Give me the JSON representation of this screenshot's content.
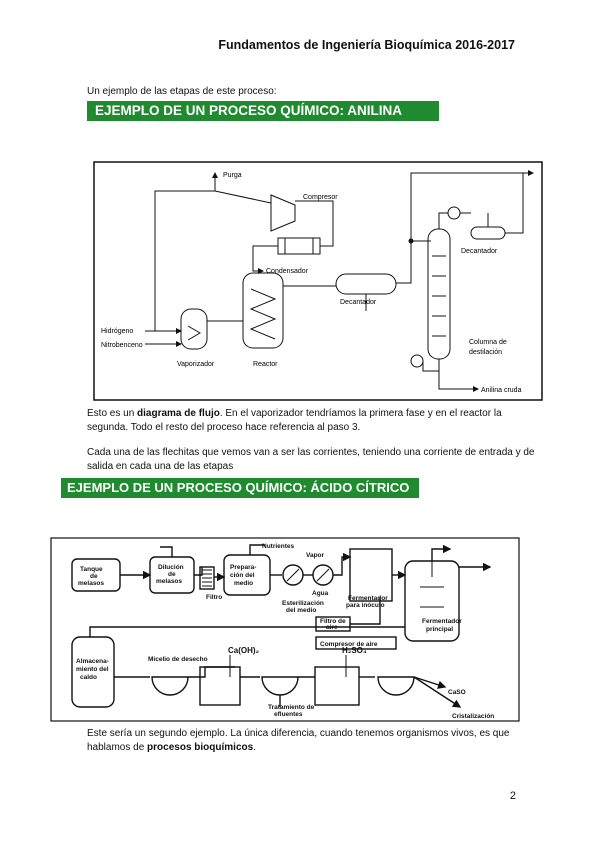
{
  "header": {
    "title": "Fundamentos de Ingeniería Bioquímica 2016-2017"
  },
  "intro": {
    "text": "Un ejemplo de las etapas de este proceso:"
  },
  "section1": {
    "banner": "EJEMPLO DE UN PROCESO QUÍMICO: ANILINA"
  },
  "diagram1": {
    "labels": {
      "purga": "Purga",
      "compresor": "Compresor",
      "condensador": "Condensador",
      "decantador_left": "Decantador",
      "decantador_right": "Decantador",
      "hidrogeno": "Hidrógeno",
      "nitrobenceno": "Nitrobenceno",
      "vaporizador": "Vaporizador",
      "reactor": "Reactor",
      "columna_1": "Columna de",
      "columna_2": "destilación",
      "anilina_cruda": "Anilina cruda"
    }
  },
  "para1": {
    "before": "Esto es un ",
    "bold": "diagrama de flujo",
    "after": ". En el vaporizador tendríamos la primera fase y en el reactor la segunda. Todo el resto del proceso hace referencia al paso 3."
  },
  "para2": {
    "text": "Cada una de las flechitas que vemos van a ser las corrientes, teniendo una corriente de entrada y de salida en cada una de las etapas"
  },
  "section2": {
    "banner": "EJEMPLO DE UN PROCESO QUÍMICO: ÁCIDO CÍTRICO"
  },
  "diagram2": {
    "labels": {
      "tanque_1": "Tanque",
      "tanque_2": "de",
      "tanque_3": "melasos",
      "dilucion_1": "Dilución",
      "dilucion_2": "de",
      "dilucion_3": "melasos",
      "filtro": "Filtro",
      "preparacion_1": "Prepara-",
      "preparacion_2": "ción del",
      "preparacion_3": "medio",
      "nutrientes": "Nutrientes",
      "vapor": "Vapor",
      "agua": "Agua",
      "esterilizacion_1": "Esterilización",
      "esterilizacion_2": "del medio",
      "fermentador_inoculo_1": "Fermentador",
      "fermentador_inoculo_2": "para inóculo",
      "filtro_aire_1": "Filtro de",
      "filtro_aire_2": "aire",
      "compresor_aire": "Compresor de aire",
      "fermentador_principal_1": "Fermentador",
      "fermentador_principal_2": "principal",
      "almacenamiento_1": "Almacena-",
      "almacenamiento_2": "miento del",
      "almacenamiento_3": "caldo",
      "micelio": "Micelio de desecho",
      "caoh": "Ca(OH)₂",
      "h2so4": "H₂SO₄",
      "tratamiento_1": "Tratamiento de",
      "tratamiento_2": "efluentes",
      "caso": "CaSO",
      "cristalizacion": "Cristalización"
    }
  },
  "para3": {
    "before": "Este sería un segundo ejemplo. La única diferencia, cuando tenemos organismos vivos, es que hablamos de ",
    "bold": "procesos bioquímicos",
    "after": "."
  },
  "footer": {
    "page_number": "2"
  }
}
